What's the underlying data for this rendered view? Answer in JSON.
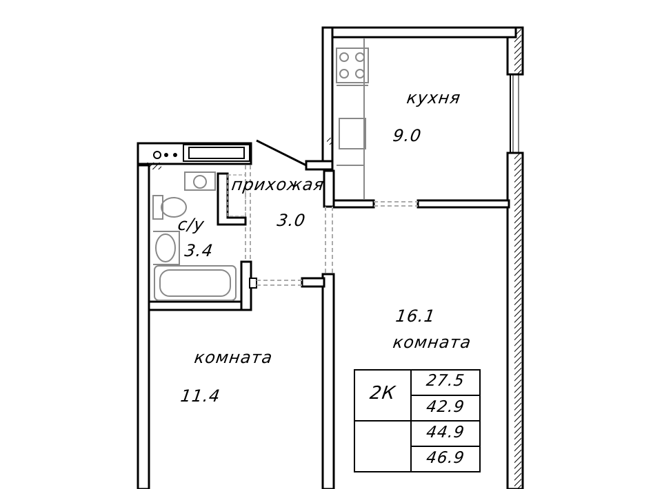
{
  "rooms": {
    "kitchen": {
      "name": "кухня",
      "area": "9.0"
    },
    "hallway": {
      "name": "прихожая",
      "area": "3.0"
    },
    "bathroom": {
      "name": "с/у",
      "area": "3.4"
    },
    "room_left": {
      "name": "комната",
      "area": "11.4"
    },
    "room_right": {
      "name": "комната",
      "area": "16.1"
    }
  },
  "summary_table": {
    "type": "2К",
    "values": [
      "27.5",
      "42.9",
      "44.9",
      "46.9"
    ]
  },
  "colors": {
    "wall": "#000000",
    "background": "#ffffff",
    "dashed": "#aaaaaa",
    "fixture": "#888888"
  }
}
